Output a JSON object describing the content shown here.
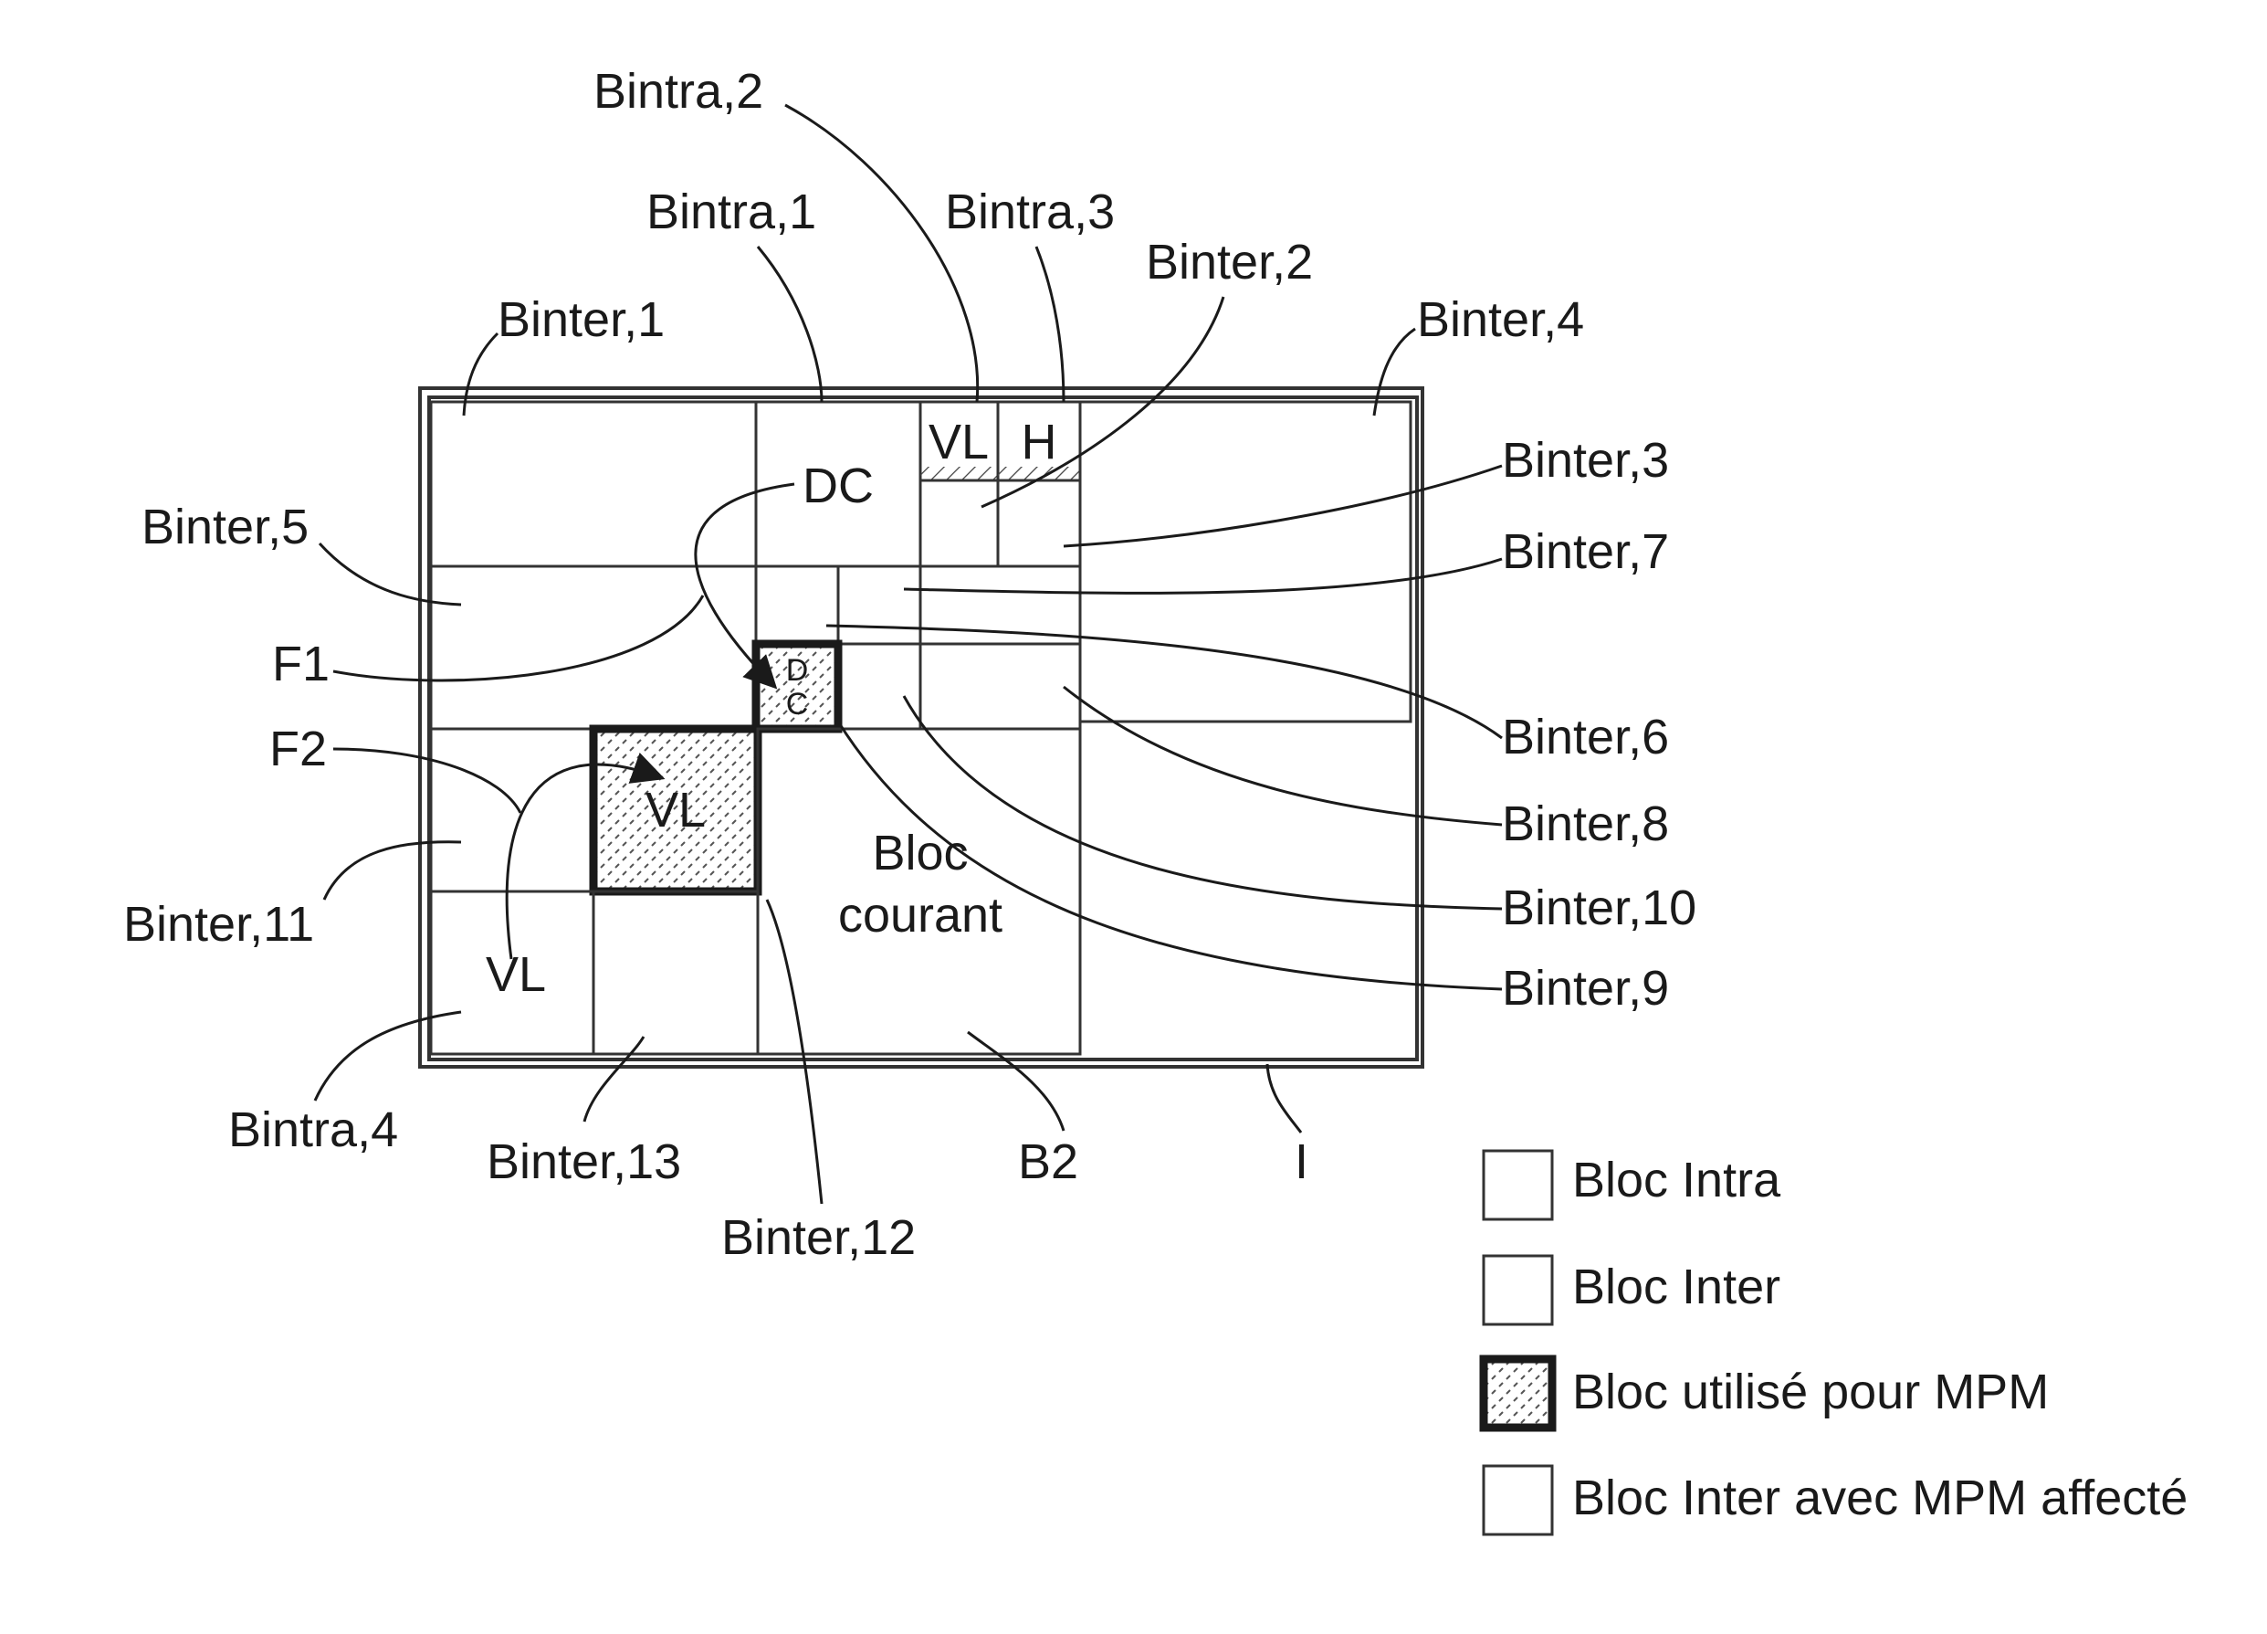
{
  "block_labels": {
    "dc_top": "DC",
    "vl_top": "VL",
    "h_top": "H",
    "dc_small_d": "D",
    "dc_small_c": "C",
    "vl_mid": "VL",
    "vl_bottom": "VL",
    "current_line1": "Bloc",
    "current_line2": "courant"
  },
  "callouts": {
    "bintra2": "Bintra,2",
    "bintra1": "Bintra,1",
    "bintra3": "Bintra,3",
    "binter2": "Binter,2",
    "binter1": "Binter,1",
    "binter4": "Binter,4",
    "binter3": "Binter,3",
    "binter5": "Binter,5",
    "binter7": "Binter,7",
    "f1": "F1",
    "binter6": "Binter,6",
    "f2": "F2",
    "binter8": "Binter,8",
    "binter10": "Binter,10",
    "binter11": "Binter,11",
    "binter9": "Binter,9",
    "bintra4": "Bintra,4",
    "binter13": "Binter,13",
    "b2": "B2",
    "i": "I",
    "binter12": "Binter,12"
  },
  "legend": {
    "intra": "Bloc Intra",
    "inter": "Bloc Inter",
    "used_mpm": "Bloc utilisé pour MPM",
    "inter_mpm": "Bloc Inter avec MPM affecté"
  },
  "colors": {
    "ink": "#1a1a1a",
    "background": "#ffffff"
  }
}
